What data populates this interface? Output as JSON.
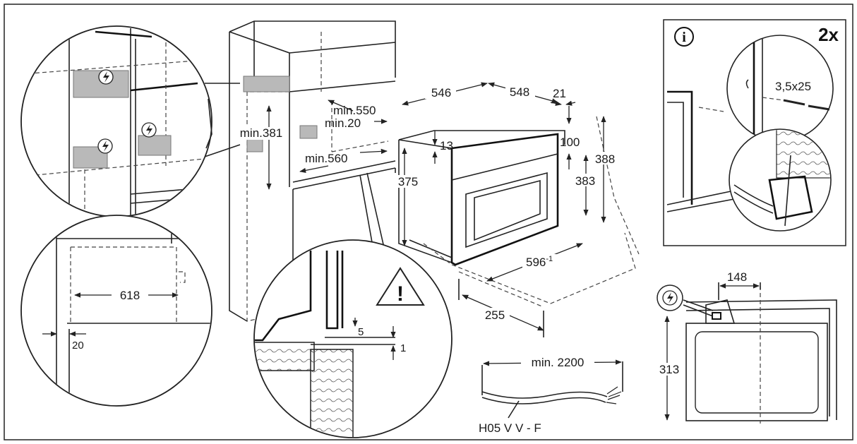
{
  "badge": "2x",
  "info_symbol": "i",
  "warning_symbol": "!",
  "electric_symbol": "⚡",
  "cable_type": "H05 V V - F",
  "cable_length": "min. 2200",
  "screw_size": "3,5x25",
  "magnified": {
    "width_618": "618",
    "gap_20": "20",
    "gap_5": "5",
    "gap_1": "1"
  },
  "niche": {
    "min_381": "min.381",
    "min_550": "min.550",
    "min_20": "min.20",
    "min_560": "min.560"
  },
  "appliance": {
    "d546": "546",
    "d548": "548",
    "d21": "21",
    "d13": "13",
    "d100": "100",
    "d388": "388",
    "d375": "375",
    "d383": "383",
    "d596": "596",
    "d596_sup": "-1",
    "d255": "255"
  },
  "front_view": {
    "d148": "148",
    "d313": "313"
  },
  "icons": {
    "electric": "lightning-bolt-circle",
    "warning": "warning-triangle",
    "info": "info-circle"
  }
}
